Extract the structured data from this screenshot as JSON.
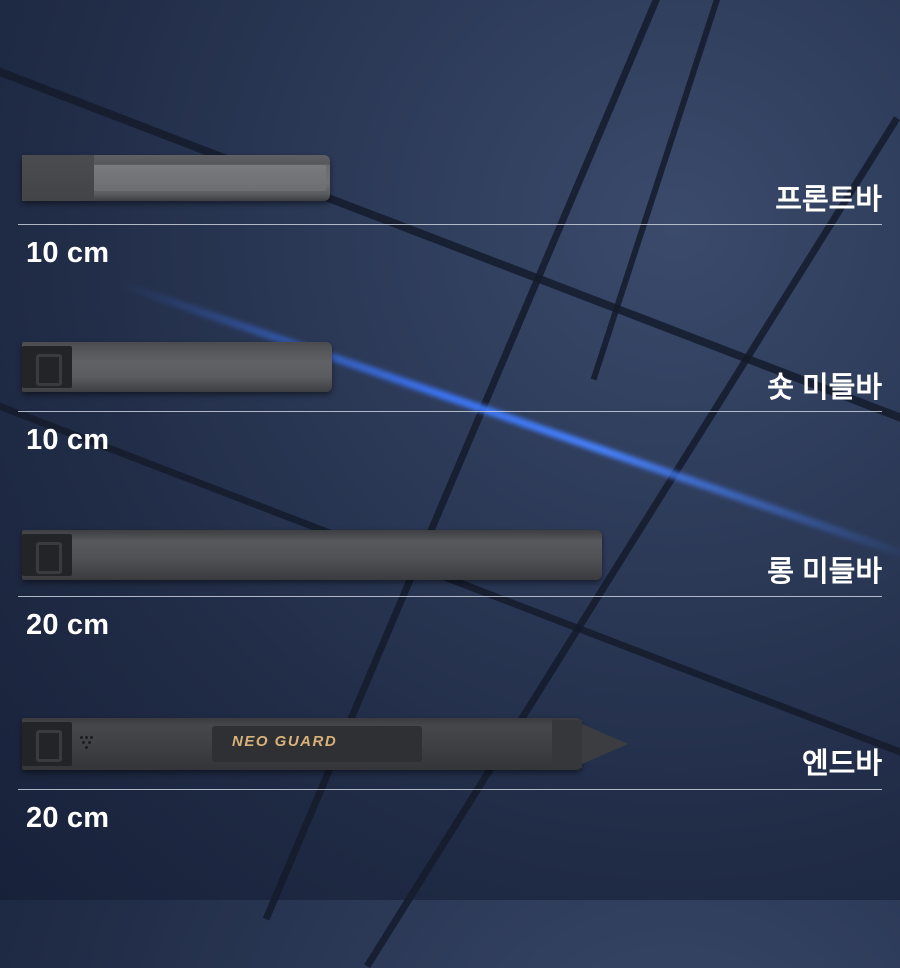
{
  "background": {
    "base_color": "#2c3a58",
    "seam_color": "#141b2c",
    "beam_color": "#3c78ff"
  },
  "products": [
    {
      "name": "프론트바",
      "size": "10 cm",
      "bar_style": "front"
    },
    {
      "name": "숏 미들바",
      "size": "10 cm",
      "bar_style": "short"
    },
    {
      "name": "롱 미들바",
      "size": "20 cm",
      "bar_style": "long"
    },
    {
      "name": "엔드바",
      "size": "20 cm",
      "bar_style": "end",
      "brand_text": "NEO GUARD"
    }
  ],
  "colors": {
    "text": "#ffffff",
    "divider": "#c9cfdb",
    "brand_accent": "#d8b27a"
  }
}
